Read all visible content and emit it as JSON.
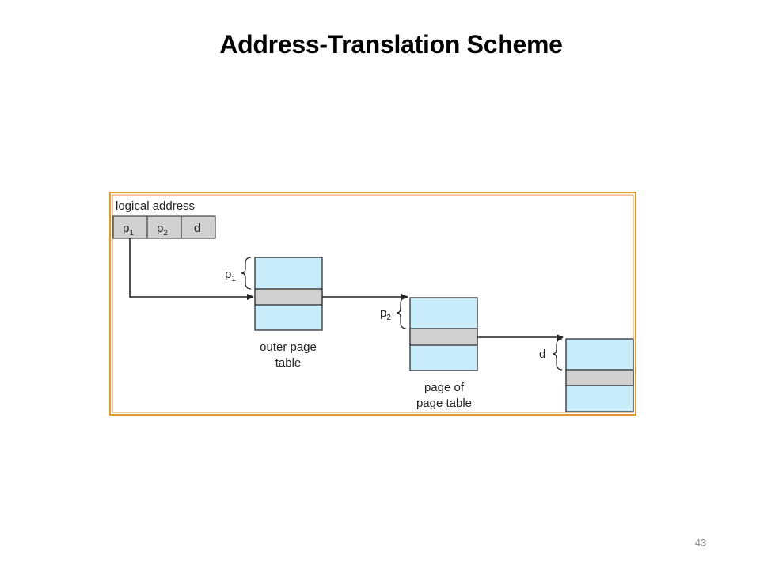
{
  "slide": {
    "title": "Address-Translation Scheme",
    "page_number": "43"
  },
  "diagram": {
    "logical_address_label": "logical address",
    "address_fields": {
      "p1": {
        "base": "p",
        "sub": "1"
      },
      "p2": {
        "base": "p",
        "sub": "2"
      },
      "d": "d"
    },
    "brace_labels": {
      "p1": {
        "base": "p",
        "sub": "1"
      },
      "p2": {
        "base": "p",
        "sub": "2"
      },
      "d": "d"
    },
    "outer_page_table_label": [
      "outer page",
      "table"
    ],
    "page_of_page_table_label": [
      "page of",
      "page table"
    ],
    "colors": {
      "frame_border": "#e09a35",
      "table_fill": "#c9ecfb",
      "selected_entry_fill": "#d0d0d0",
      "address_field_fill": "#d0d0d0",
      "line": "#222222"
    }
  }
}
